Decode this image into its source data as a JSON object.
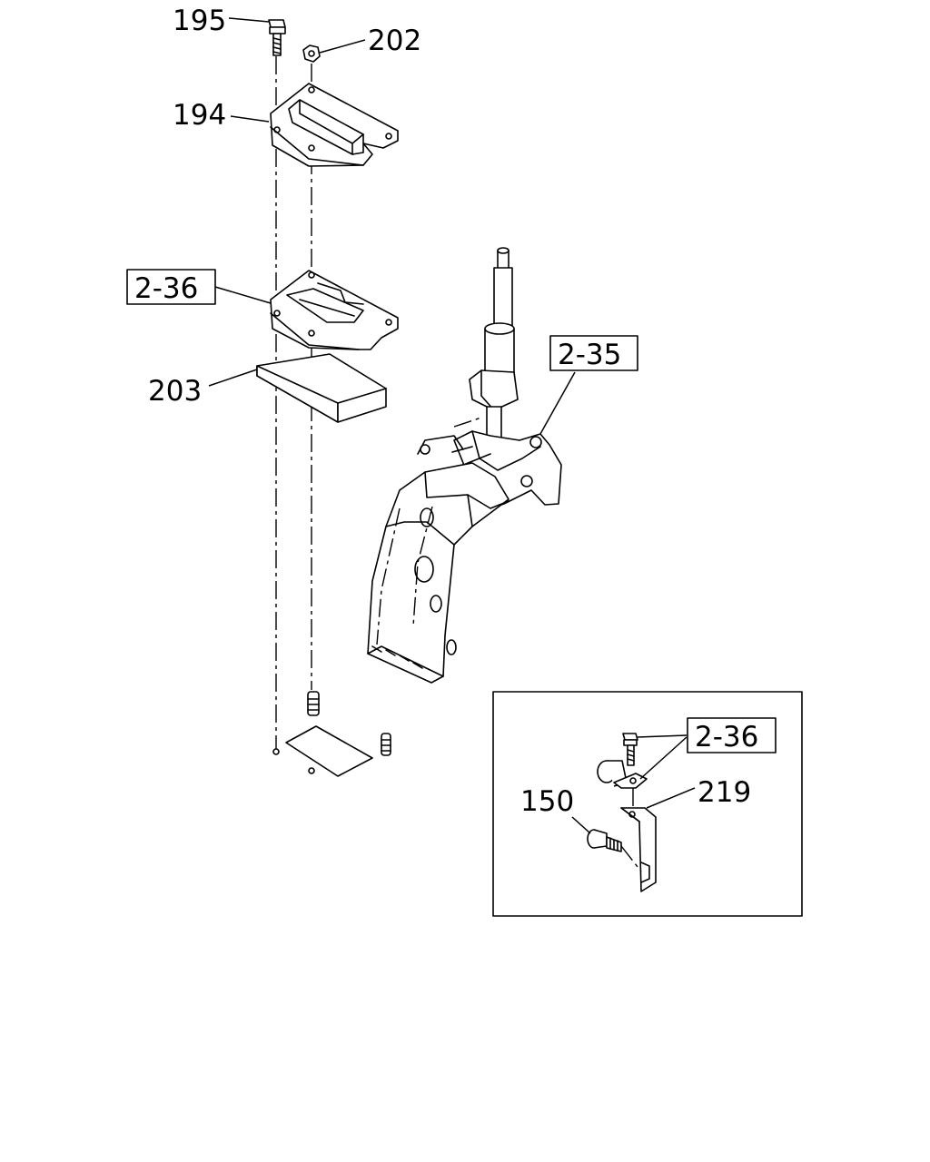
{
  "labels": {
    "p195": "195",
    "p202": "202",
    "p194": "194",
    "p203": "203",
    "p150": "150",
    "p219": "219"
  },
  "references": {
    "r236_main": "2-36",
    "r235": "2-35",
    "r236_inset": "2-36"
  }
}
